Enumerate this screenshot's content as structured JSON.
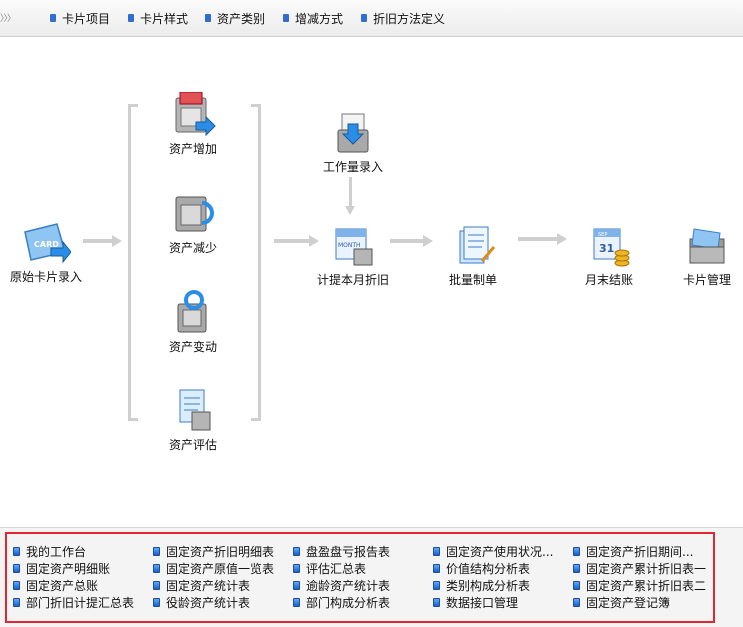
{
  "toolbar": {
    "grip": "〉〉〉",
    "items": [
      "卡片项目",
      "卡片样式",
      "资产类别",
      "增减方式",
      "折旧方法定义"
    ]
  },
  "flow": {
    "original_card_entry": "原始卡片录入",
    "asset_increase": "资产增加",
    "asset_decrease": "资产减少",
    "asset_change": "资产变动",
    "asset_evaluation": "资产评估",
    "workload_entry": "工作量录入",
    "accrue_depreciation": "计提本月折旧",
    "batch_voucher": "批量制单",
    "month_end_close": "月末结账",
    "card_management": "卡片管理",
    "icon_texts": {
      "card": "CARD",
      "month": "MONTH",
      "sep": "SEP",
      "day": "31"
    }
  },
  "reports": [
    "我的工作台",
    "固定资产折旧明细表",
    "盘盈盘亏报告表",
    "固定资产使用状况...",
    "固定资产折旧期间...",
    "固定资产明细账",
    "固定资产原值一览表",
    "评估汇总表",
    "价值结构分析表",
    "固定资产累计折旧表一",
    "固定资产总账",
    "固定资产统计表",
    "逾龄资产统计表",
    "类别构成分析表",
    "固定资产累计折旧表二",
    "部门折旧计提汇总表",
    "役龄资产统计表",
    "部门构成分析表",
    "数据接口管理",
    "固定资产登记簿"
  ],
  "colors": {
    "accent": "#2f6fd2",
    "highlight_border": "#e0282e",
    "flow_line": "#cfcfcf"
  }
}
